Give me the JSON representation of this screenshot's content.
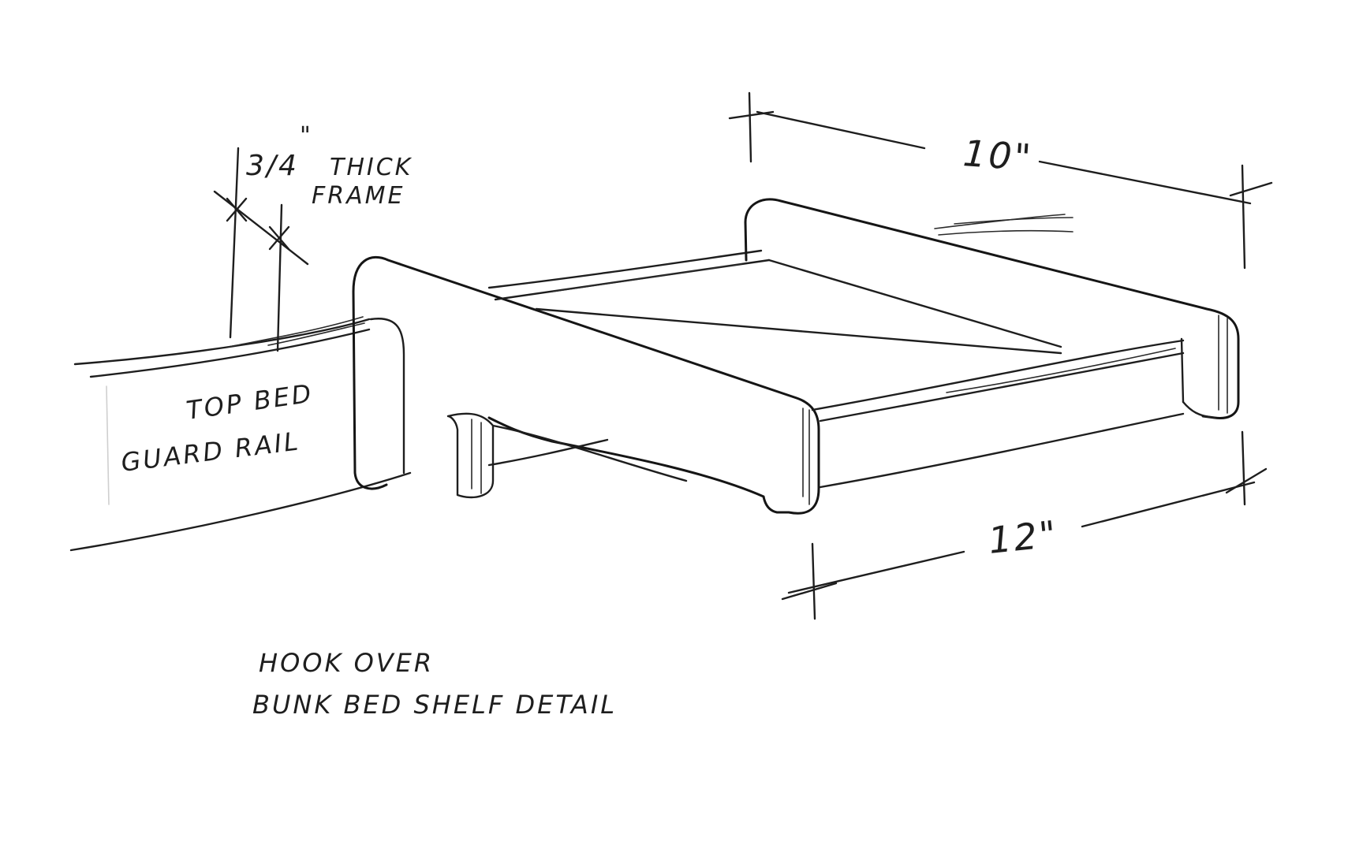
{
  "labels": {
    "thickness_value": "3/4",
    "thickness_inch_mark": "\"",
    "thickness_line1": "THICK",
    "thickness_line2": "FRAME",
    "rail_line1": "TOP BED",
    "rail_line2": "GUARD RAIL",
    "depth_dim": "10\"",
    "width_dim": "12\"",
    "caption_line1": "HOOK OVER",
    "caption_line2": "BUNK BED SHELF DETAIL"
  },
  "style": {
    "ink_color": "#1e1e1e",
    "paper_color": "#ffffff"
  }
}
